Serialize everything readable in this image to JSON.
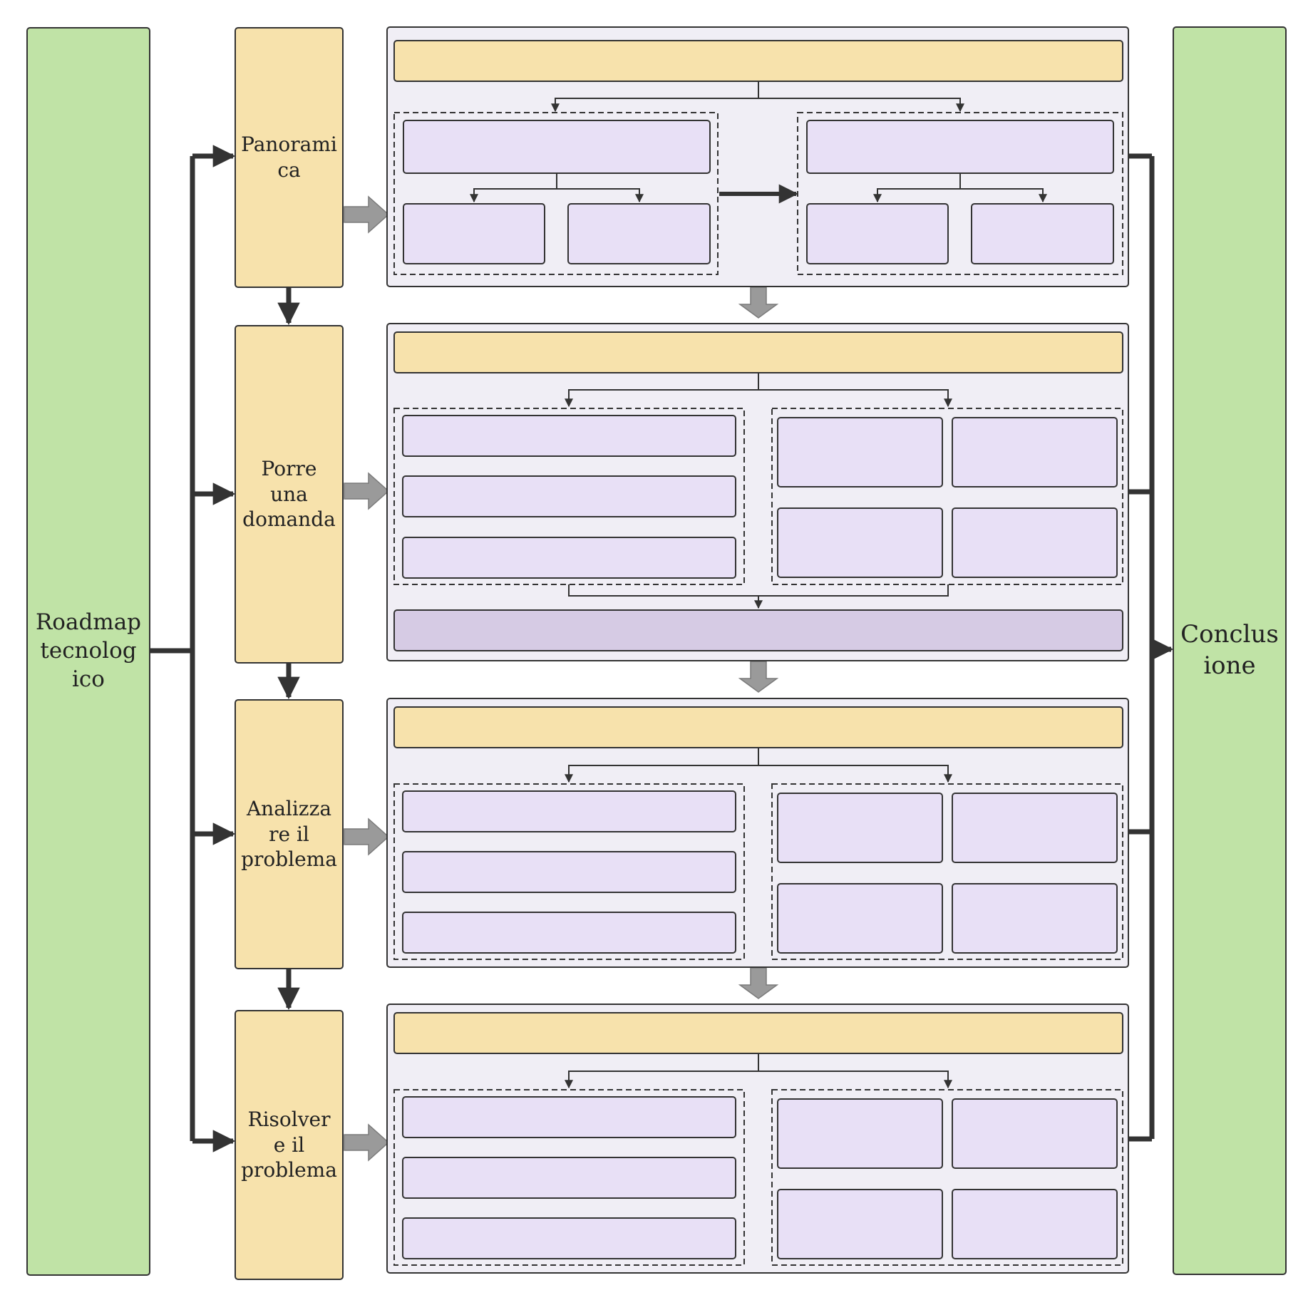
{
  "root": {
    "label": "Roadmap\ntecnolog\nico"
  },
  "conclusion": {
    "label": "Conclus\nione"
  },
  "steps": [
    {
      "label": "Panorami\nca"
    },
    {
      "label": "Porre\nuna\ndomanda"
    },
    {
      "label": "Analizza\nre il\nproblema"
    },
    {
      "label": "Risolver\ne il\nproblema"
    }
  ],
  "colors": {
    "green": "#c0e3a6",
    "yellow": "#f7e2ac",
    "panel": "#f0eef5",
    "lavender": "#e8e0f6",
    "lavender_dark": "#d6cbe4",
    "stroke": "#333333",
    "gray_arrow": "#9a9a9a"
  }
}
